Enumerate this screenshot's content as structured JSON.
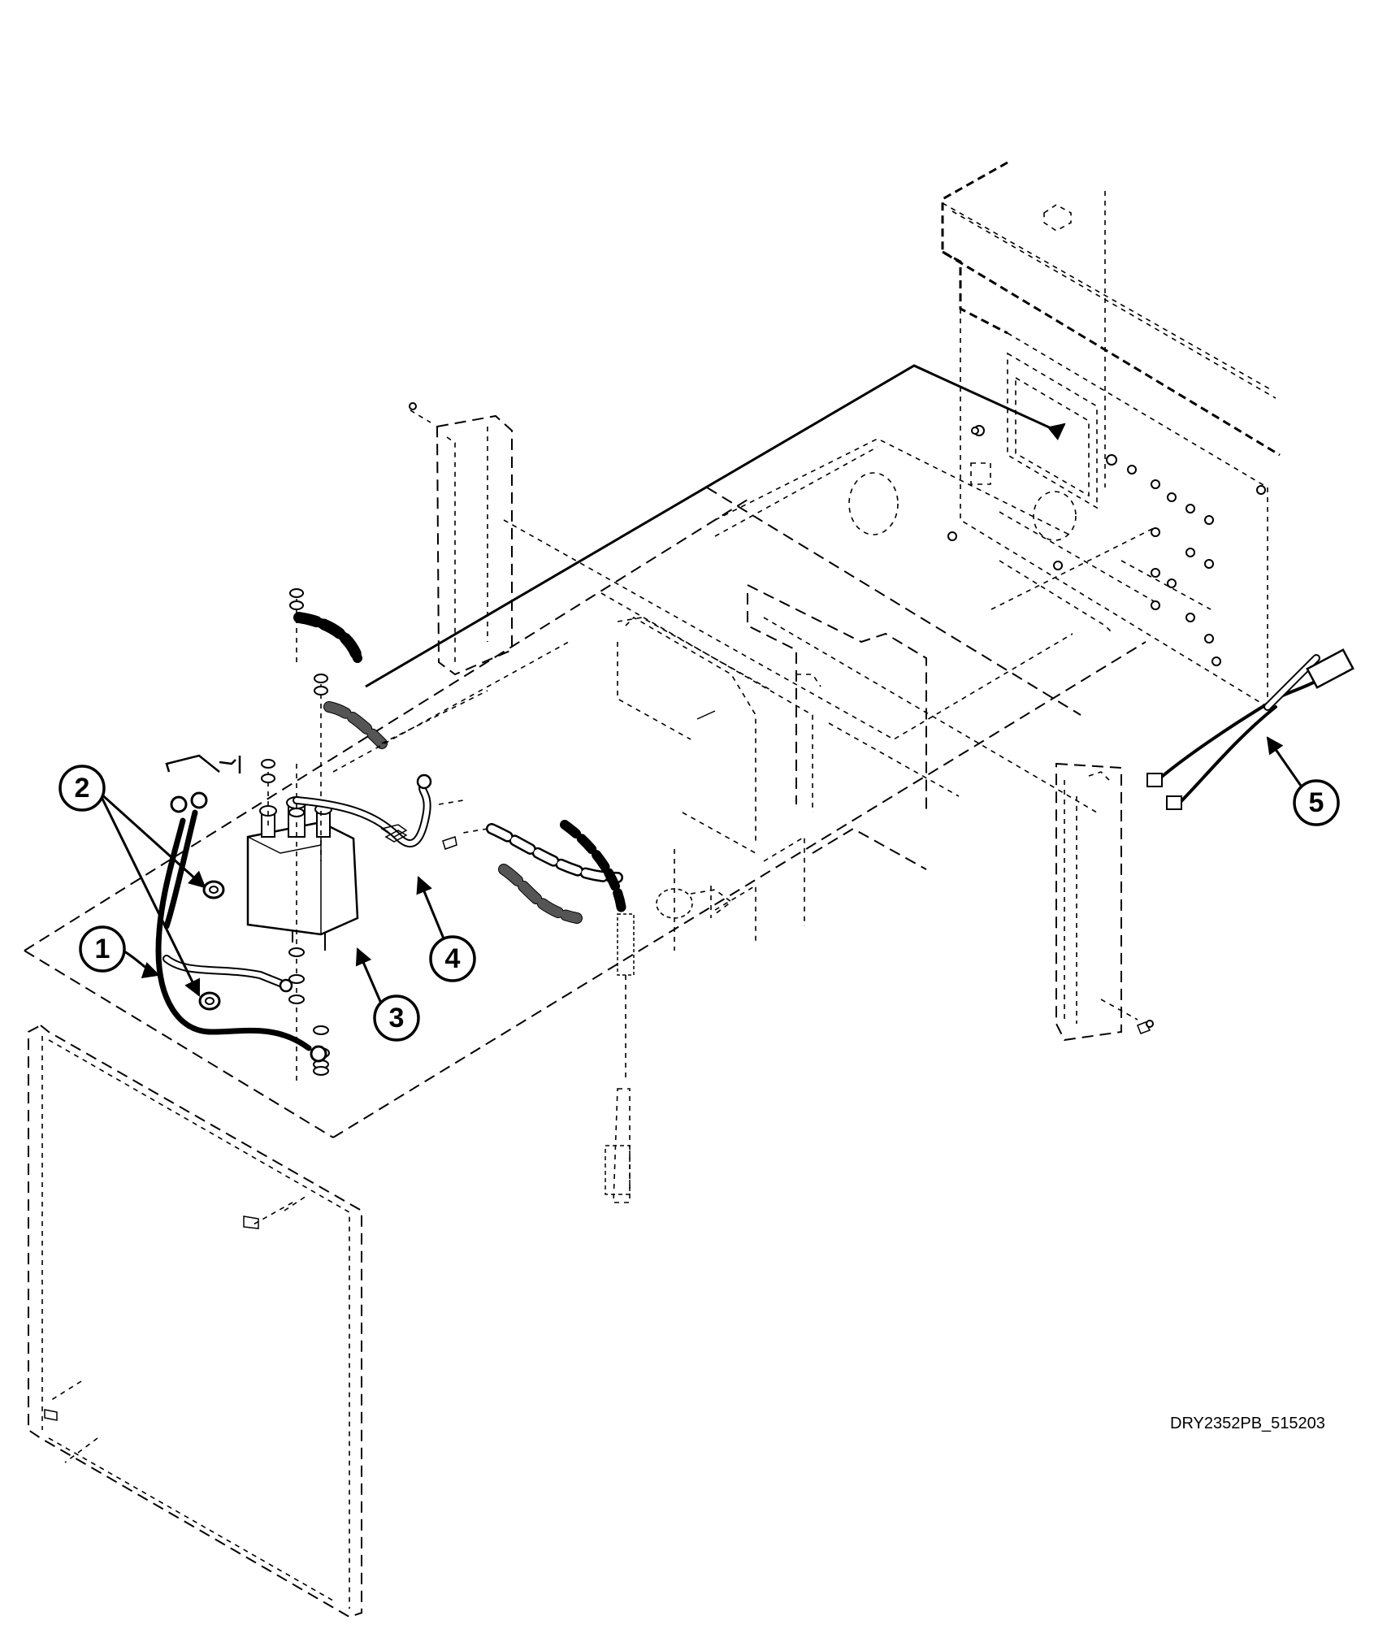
{
  "callouts": [
    {
      "number": "1"
    },
    {
      "number": "2"
    },
    {
      "number": "3"
    },
    {
      "number": "4"
    },
    {
      "number": "5"
    }
  ],
  "drawing_id": "DRY2352PB_515203"
}
